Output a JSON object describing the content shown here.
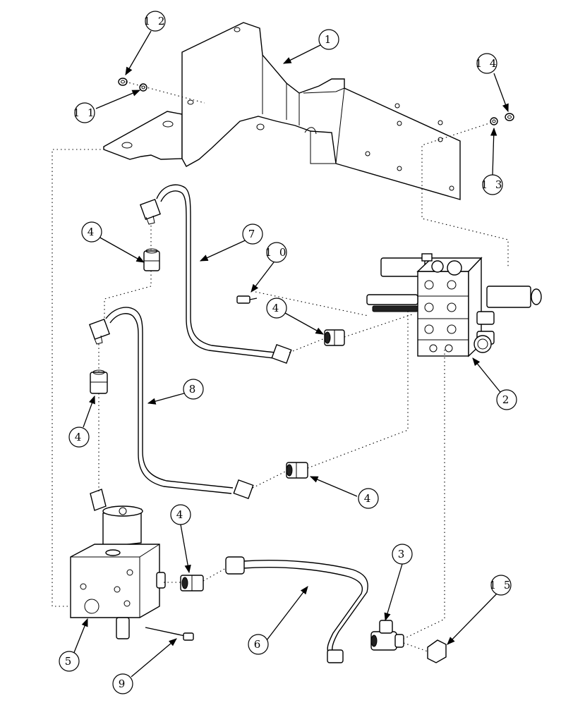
{
  "callouts": [
    {
      "id": "c1",
      "label": "1"
    },
    {
      "id": "c2",
      "label": "2"
    },
    {
      "id": "c3",
      "label": "3"
    },
    {
      "id": "c4a",
      "label": "4"
    },
    {
      "id": "c4b",
      "label": "4"
    },
    {
      "id": "c4c",
      "label": "4"
    },
    {
      "id": "c4d",
      "label": "4"
    },
    {
      "id": "c4e",
      "label": "4"
    },
    {
      "id": "c5",
      "label": "5"
    },
    {
      "id": "c6",
      "label": "6"
    },
    {
      "id": "c7",
      "label": "7"
    },
    {
      "id": "c8",
      "label": "8"
    },
    {
      "id": "c9",
      "label": "9"
    },
    {
      "id": "c10",
      "label": "1 0"
    },
    {
      "id": "c11",
      "label": "1 1"
    },
    {
      "id": "c12",
      "label": "1 2"
    },
    {
      "id": "c13",
      "label": "1 3"
    },
    {
      "id": "c14",
      "label": "1 4"
    },
    {
      "id": "c15",
      "label": "1 5"
    }
  ]
}
